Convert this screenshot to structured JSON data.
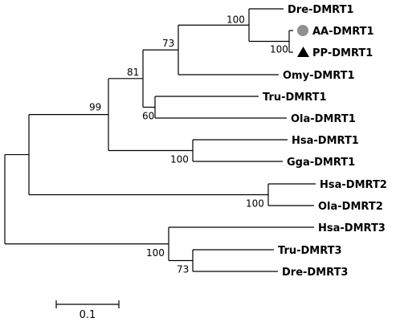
{
  "tree": {
    "taxa": [
      {
        "id": "dre1",
        "label": "Dre-DMRT1"
      },
      {
        "id": "aa1",
        "label": "AA-DMRT1",
        "marker": "circle",
        "marker_color": "#909090"
      },
      {
        "id": "pp1",
        "label": "PP-DMRT1",
        "marker": "triangle",
        "marker_color": "#000000"
      },
      {
        "id": "omy1",
        "label": "Omy-DMRT1"
      },
      {
        "id": "tru1",
        "label": "Tru-DMRT1"
      },
      {
        "id": "ola1",
        "label": "Ola-DMRT1"
      },
      {
        "id": "hsa1",
        "label": "Hsa-DMRT1"
      },
      {
        "id": "gga1",
        "label": "Gga-DMRT1"
      },
      {
        "id": "hsa2",
        "label": "Hsa-DMRT2"
      },
      {
        "id": "ola2",
        "label": "Ola-DMRT2"
      },
      {
        "id": "hsa3",
        "label": "Hsa-DMRT3"
      },
      {
        "id": "tru3",
        "label": "Tru-DMRT3"
      },
      {
        "id": "dre3",
        "label": "Dre-DMRT3"
      }
    ],
    "bootstrap_values": {
      "aa_pp": "100",
      "dre1_aapp": "100",
      "omy_group": "73",
      "tru_ola": "60",
      "teleost_dmrt1": "81",
      "dmrt1": "99",
      "hsa_gga": "100",
      "dmrt2": "100",
      "dmrt3_tru_dre": "73",
      "dmrt3": "100"
    },
    "scale_bar": {
      "label": "0.1"
    }
  }
}
